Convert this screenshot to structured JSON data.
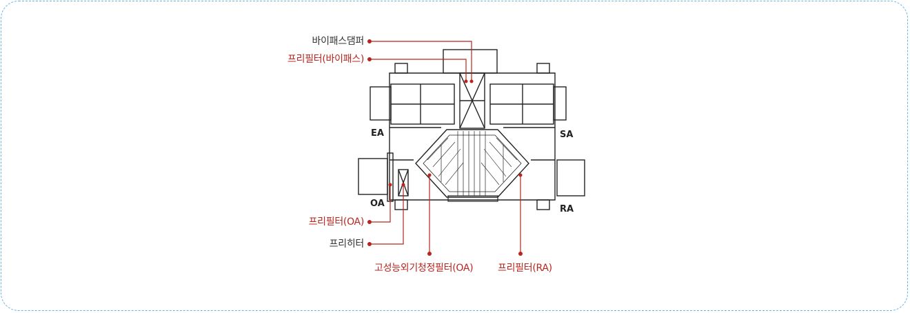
{
  "colors": {
    "border": "#6ab4e4",
    "accent": "#b8251e",
    "text": "#333333",
    "line": "#222222"
  },
  "callouts": {
    "bypass_damper": "바이패스댐퍼",
    "prefilter_bypass": "프리필터(바이패스)",
    "prefilter_oa": "프리필터(OA)",
    "preheater": "프리히터",
    "hepa_oa": "고성능외기청정필터(OA)",
    "prefilter_ra": "프리필터(RA)"
  },
  "ports": {
    "ea": "EA",
    "sa": "SA",
    "oa": "OA",
    "ra": "RA"
  }
}
